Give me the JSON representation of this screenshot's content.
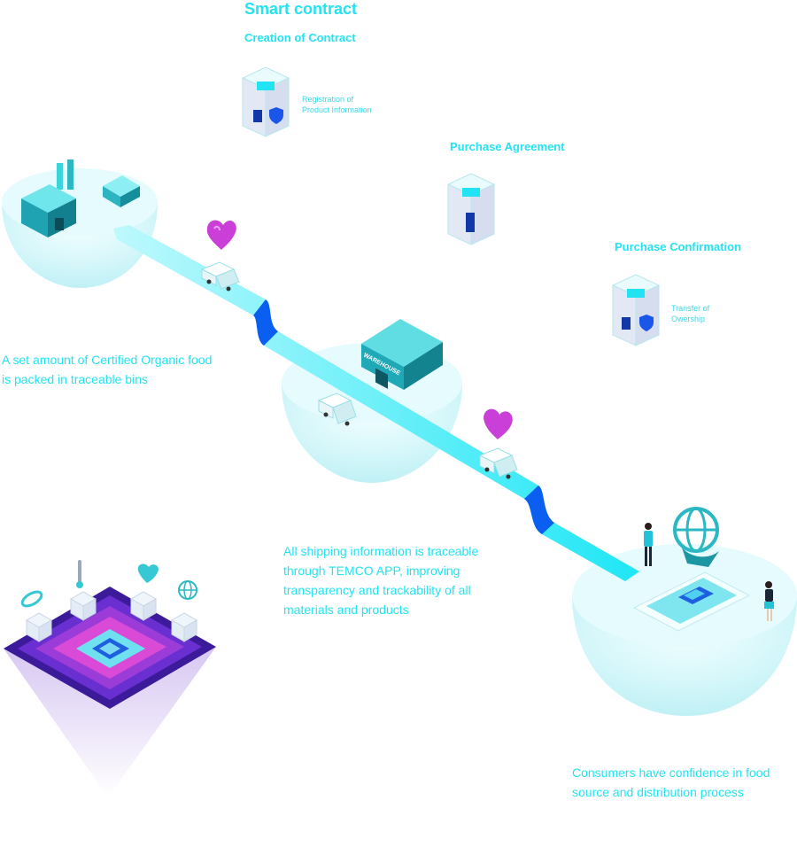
{
  "smart_contract": {
    "title": "Smart contract",
    "creation_heading": "Creation of Contract",
    "registration_line1": "Registration of",
    "registration_line2": "Product Information",
    "purchase_agreement": "Purchase Agreement",
    "purchase_confirmation": "Purchase Confirmation",
    "transfer_line1": "Transfer of",
    "transfer_line2": "Owership"
  },
  "steps": {
    "packing_line1": "A set amount of Certified Organic food",
    "packing_line2": "is packed in traceable bins",
    "shipping_line1": "All shipping information is traceable",
    "shipping_line2": "through TEMCO APP, improving",
    "shipping_line3": "transparency and trackability of all",
    "shipping_line4": "materials and products",
    "consumer_line1": "Consumers have confidence in food",
    "consumer_line2": "source and distribution process"
  },
  "warehouse_sign": "WAREHOUSE",
  "colors": {
    "accent": "#22e3f2",
    "road": "#1fe6f5",
    "road_dark": "#0a5ef0",
    "bowl": "#d9f8fb",
    "purple": "#6a2fd0",
    "magenta": "#c93fd8"
  }
}
